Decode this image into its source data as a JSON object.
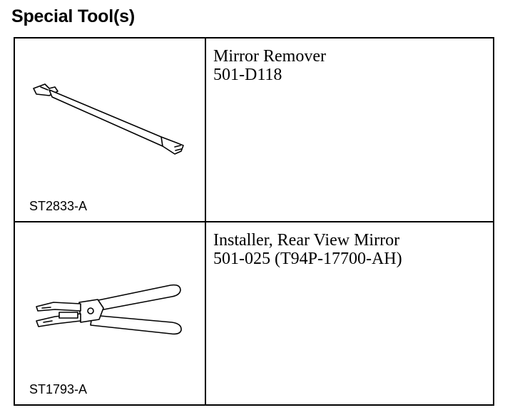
{
  "heading": "Special Tool(s)",
  "tools": [
    {
      "illustration": "mirror-remover-illustration",
      "code": "ST2833-A",
      "name": "Mirror Remover",
      "number": "501-D118"
    },
    {
      "illustration": "installer-pliers-illustration",
      "code": "ST1793-A",
      "name": "Installer, Rear View Mirror",
      "number": "501-025 (T94P-17700-AH)"
    }
  ]
}
